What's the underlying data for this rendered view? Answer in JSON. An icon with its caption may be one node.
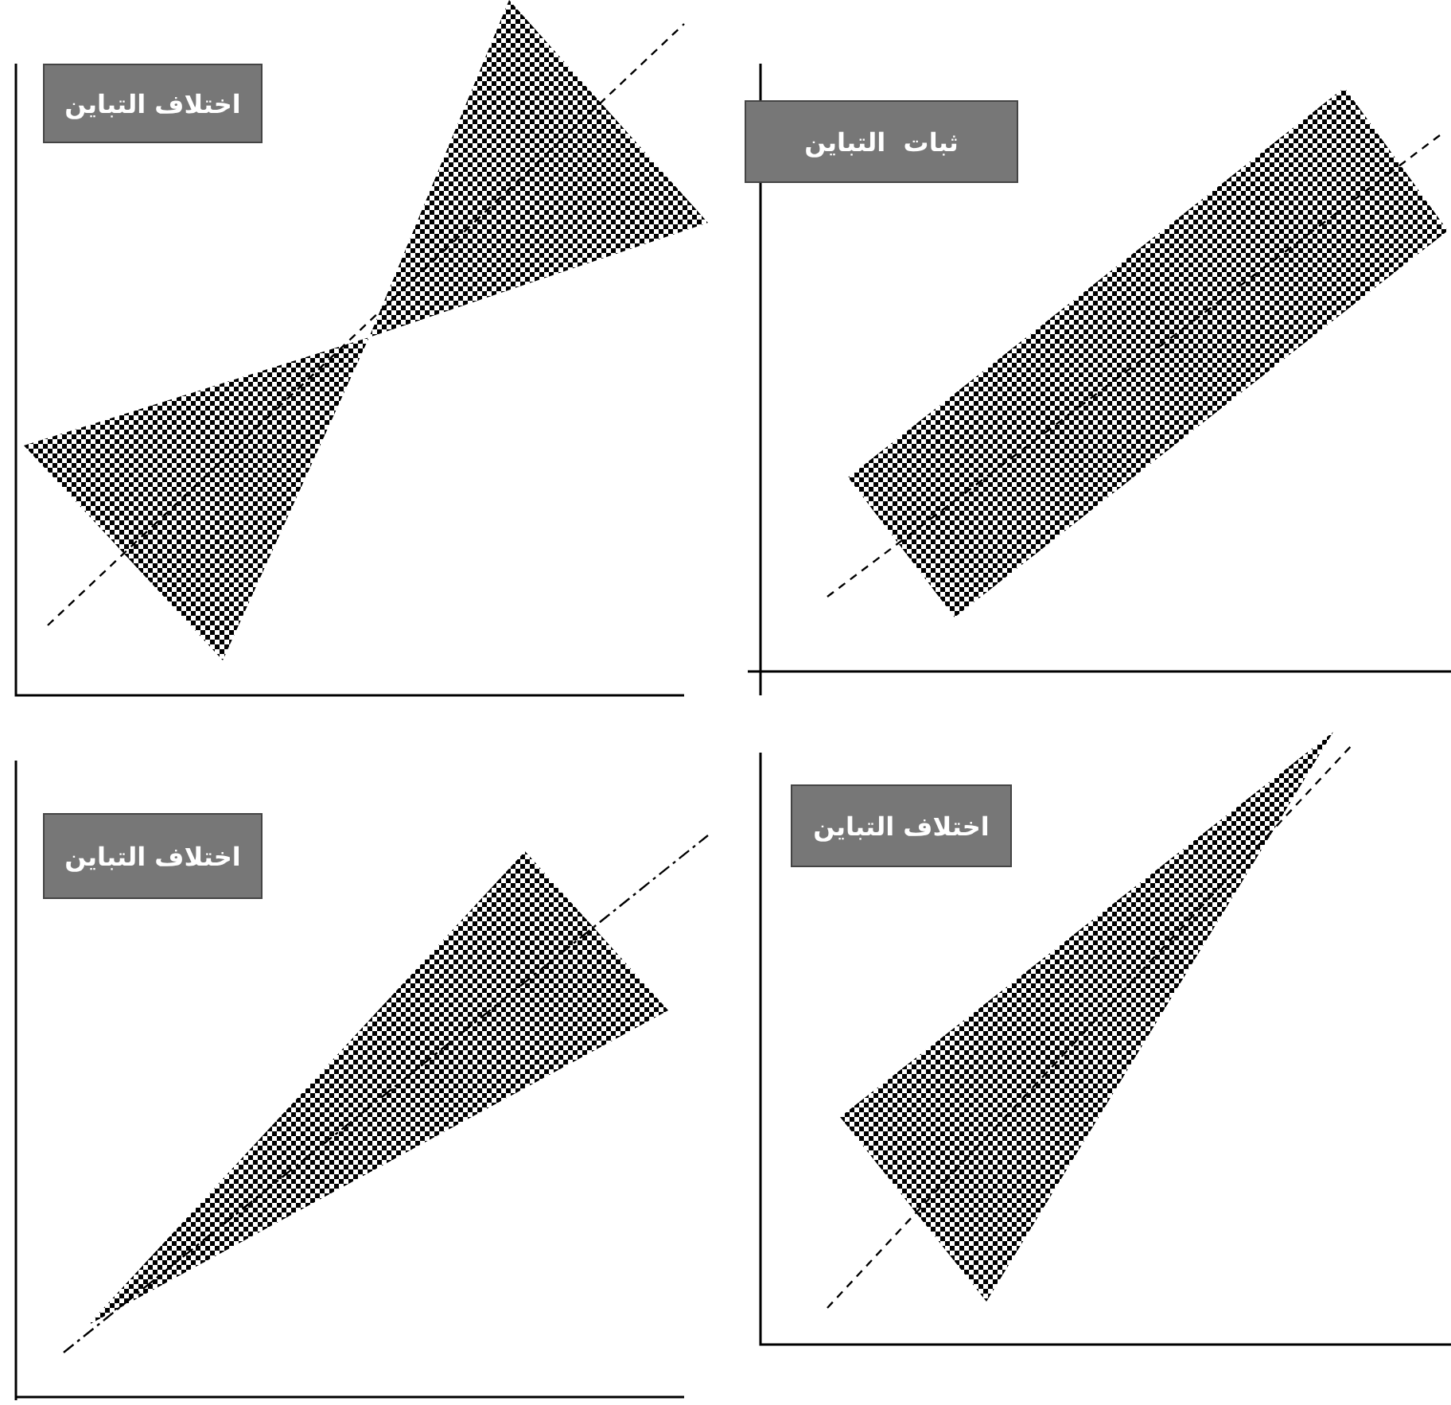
{
  "diagram": {
    "nodes": [
      {
        "text": [
          "اختلاف التباين"
        ]
      },
      {
        "text": [
          "ثبات  التباين"
        ]
      },
      {
        "text": [
          "اختلاف التباين"
        ]
      },
      {
        "text": [
          "اختلاف التباين"
        ]
      }
    ]
  }
}
